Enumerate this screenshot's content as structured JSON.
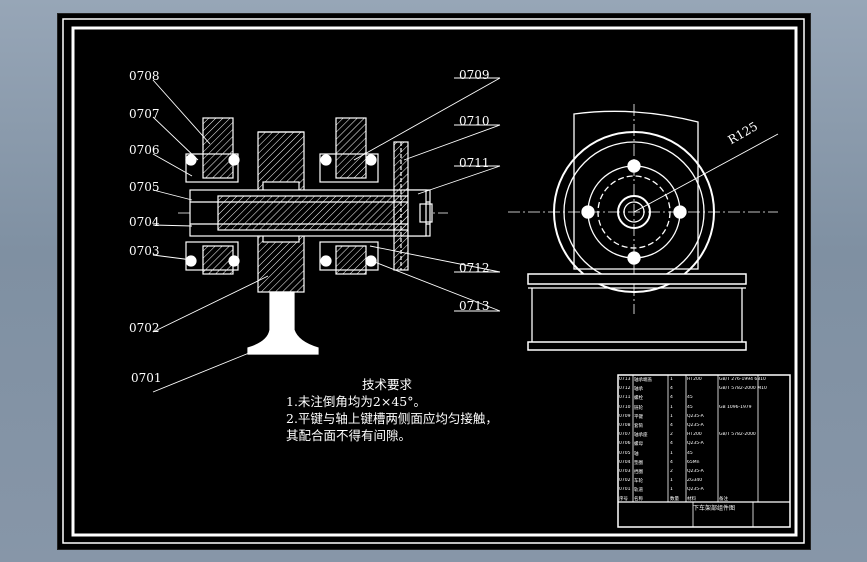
{
  "labels": {
    "l0708": "0708",
    "l0707": "0707",
    "l0706": "0706",
    "l0705": "0705",
    "l0704": "0704",
    "l0703": "0703",
    "l0702": "0702",
    "l0701": "0701",
    "l0709": "0709",
    "l0710": "0710",
    "l0711": "0711",
    "l0712": "0712",
    "l0713": "0713",
    "radius": "R125"
  },
  "notes": {
    "title": "技术要求",
    "line1": "1.未注倒角均为2×45°。",
    "line2": "2.平键与轴上键槽两侧面应均匀接触，",
    "line3": "其配合面不得有间隙。"
  },
  "title_block": {
    "drawing_name": "下车架部组件图",
    "rows": [
      {
        "no": "0713",
        "name": "轴承端盖",
        "qty": "1",
        "mat": "HT200",
        "note": "GB/T 276-1994 6310"
      },
      {
        "no": "0712",
        "name": "轴承",
        "qty": "4",
        "mat": "",
        "note": "GB/T 5782-2000 M10"
      },
      {
        "no": "0711",
        "name": "螺栓",
        "qty": "4",
        "mat": "45",
        "note": ""
      },
      {
        "no": "0710",
        "name": "链轮",
        "qty": "1",
        "mat": "45",
        "note": "GB 1096-1979"
      },
      {
        "no": "0709",
        "name": "平键",
        "qty": "1",
        "mat": "Q235-A",
        "note": ""
      },
      {
        "no": "0708",
        "name": "套筒",
        "qty": "4",
        "mat": "Q235-A",
        "note": ""
      },
      {
        "no": "0707",
        "name": "轴承座",
        "qty": "2",
        "mat": "HT200",
        "note": "GB/T 5782-2000"
      },
      {
        "no": "0706",
        "name": "螺母",
        "qty": "4",
        "mat": "Q235-A",
        "note": ""
      },
      {
        "no": "0705",
        "name": "轴",
        "qty": "1",
        "mat": "45",
        "note": ""
      },
      {
        "no": "0704",
        "name": "垫圈",
        "qty": "4",
        "mat": "65Mn",
        "note": ""
      },
      {
        "no": "0703",
        "name": "挡圈",
        "qty": "2",
        "mat": "Q235-A",
        "note": ""
      },
      {
        "no": "0702",
        "name": "车轮",
        "qty": "1",
        "mat": "ZG340",
        "note": ""
      },
      {
        "no": "0701",
        "name": "轨道",
        "qty": "1",
        "mat": "Q235-A",
        "note": ""
      }
    ],
    "header": {
      "no": "序号",
      "name": "名称",
      "qty": "数量",
      "mat": "材料",
      "note": "备注"
    }
  },
  "colors": {
    "frame": "#ffffff",
    "background": "#000000",
    "outer": "#8a99ab"
  }
}
